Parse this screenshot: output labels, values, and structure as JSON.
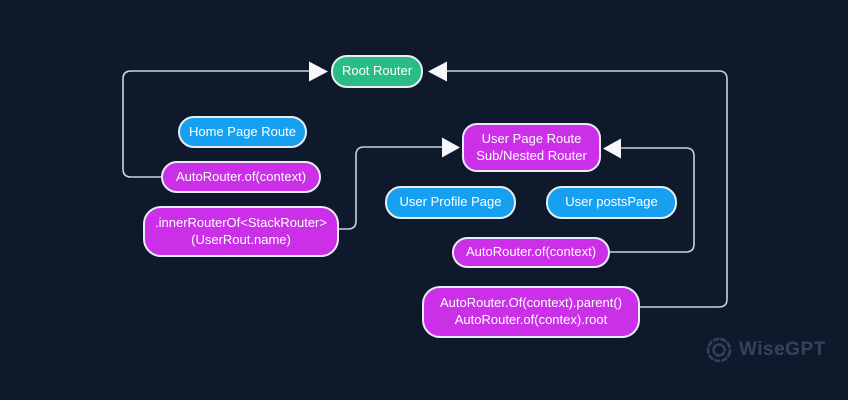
{
  "colors": {
    "bg": "#0e1a2b",
    "green": "#29bd85",
    "blue": "#18a0f0",
    "magenta": "#cb2fe8",
    "node-border": "#e9edf3",
    "node-text": "#ffffff",
    "line": "#c9d1dc",
    "arrow": "#f5f7fa",
    "watermark": "#36425a"
  },
  "nodes": {
    "root_router": {
      "label": "Root Router"
    },
    "home_page_route": {
      "label": "Home Page Route"
    },
    "autorouter_of_context_root": {
      "label": "AutoRouter.of(context)"
    },
    "inner_router_of": {
      "line1": ".innerRouterOf<StackRouter>",
      "line2": "(UserRout.name)"
    },
    "user_page_route": {
      "line1": "User Page Route",
      "line2": "Sub/Nested Router"
    },
    "user_profile_page": {
      "label": "User Profile Page"
    },
    "user_posts_page": {
      "label": "User postsPage"
    },
    "autorouter_of_context_nested": {
      "label": "AutoRouter.of(context)"
    },
    "autorouter_parent_root": {
      "line1": "AutoRouter.Of(context).parent()",
      "line2": "AutoRouter.of(contex).root"
    }
  },
  "watermark": {
    "brand": "WiseGPT"
  }
}
